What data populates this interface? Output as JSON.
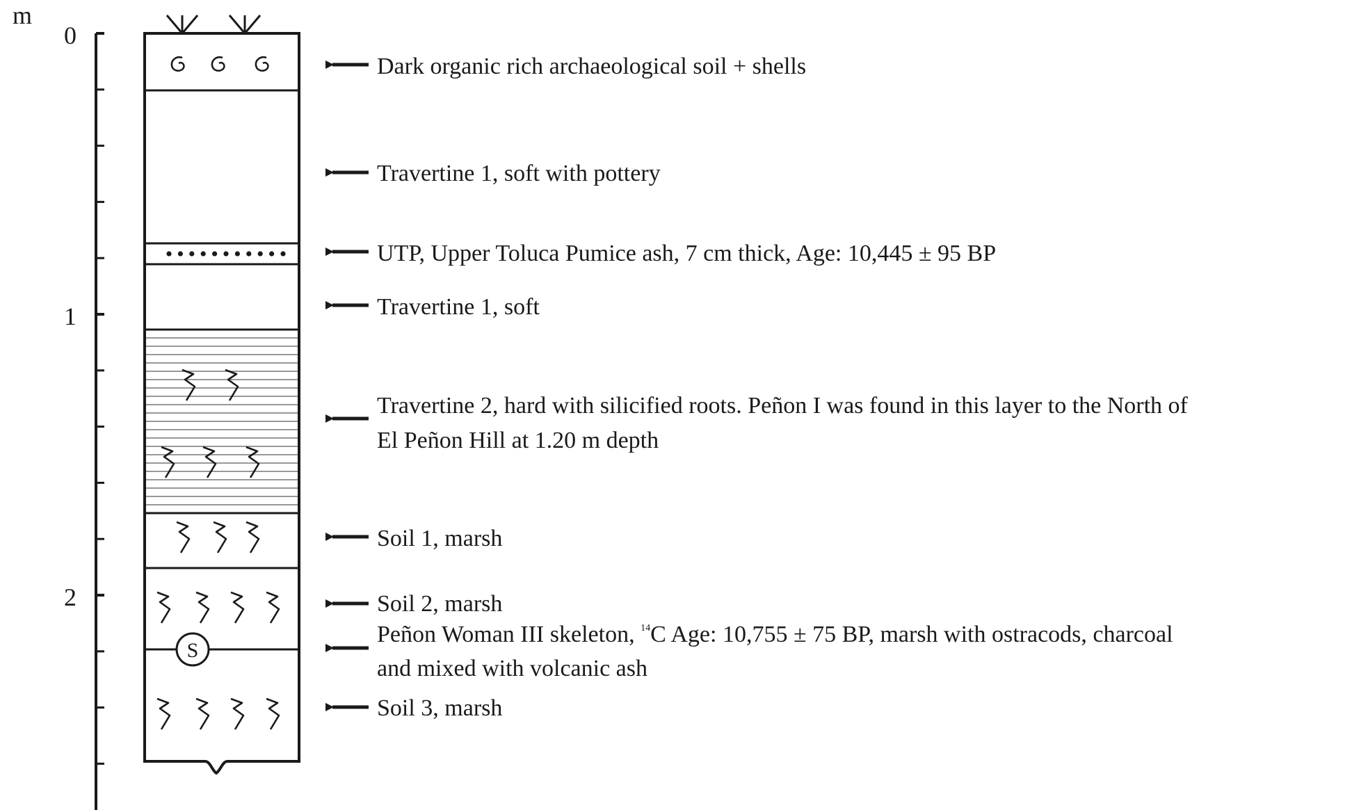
{
  "axis": {
    "unit": "m",
    "ticks": [
      "0",
      "1",
      "2"
    ]
  },
  "column": {
    "skeleton_symbol": "S"
  },
  "layers": [
    {
      "id": "dark-soil",
      "lines": [
        "Dark organic rich archaeological soil + shells"
      ]
    },
    {
      "id": "travertine-1-pottery",
      "lines": [
        "Travertine 1, soft with pottery"
      ]
    },
    {
      "id": "utp",
      "lines": [
        "UTP, Upper Toluca Pumice ash, 7 cm thick, Age: 10,445 ± 95 BP"
      ]
    },
    {
      "id": "travertine-1-soft",
      "lines": [
        "Travertine 1, soft"
      ]
    },
    {
      "id": "travertine-2",
      "lines": [
        "Travertine 2, hard with silicified roots. Peñon I was found in this layer to the North of",
        "El Peñon Hill at 1.20 m depth"
      ]
    },
    {
      "id": "soil-1",
      "lines": [
        "Soil 1, marsh"
      ]
    },
    {
      "id": "soil-2",
      "lines": [
        "Soil 2, marsh"
      ]
    },
    {
      "id": "skeleton",
      "prefix": "Peñon Woman III skeleton, ",
      "superscript": "14",
      "suffix": "C Age: 10,755 ± 75 BP, marsh with ostracods, charcoal",
      "line2": "and mixed with volcanic ash"
    },
    {
      "id": "soil-3",
      "lines": [
        "Soil 3, marsh"
      ]
    }
  ],
  "colors": {
    "ink": "#1a1a1a",
    "hatch": "#777777",
    "background": "#ffffff"
  },
  "icons": {
    "shell": "spiral-shell-icon",
    "root": "root-icon",
    "plant": "plant-icon",
    "pumice": "pumice-dot-icon",
    "arrow": "arrow-left-icon"
  }
}
